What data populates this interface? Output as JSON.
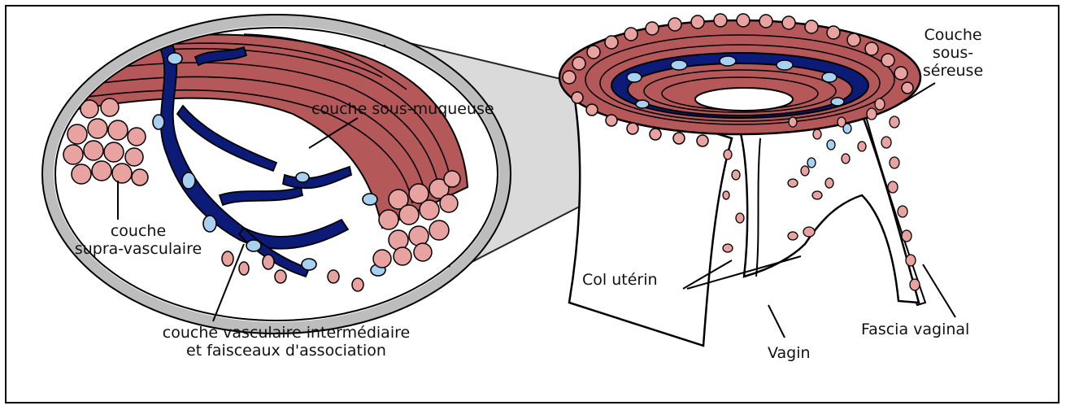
{
  "labels": {
    "sous_muqueuse": "couche sous-muqueuse",
    "supra_1": "couche",
    "supra_2": "supra-vasculaire",
    "vasc_1": "couche vasculaire intermédiaire",
    "vasc_2": "et faisceaux d'association",
    "sous_sereuse_1": "Couche",
    "sous_sereuse_2": "sous-",
    "sous_sereuse_3": "séreuse",
    "col": "Col utérin",
    "vagin": "Vagin",
    "fascia": "Fascia vaginal"
  },
  "colors": {
    "muscle": "#b5585a",
    "fiber_end": "#e8a3a0",
    "vessel": "#0c1a78",
    "vessel_lumen": "#a8d0f0",
    "magnifier_rim": "#bdbdbd",
    "projection": "#d4d4d4"
  }
}
